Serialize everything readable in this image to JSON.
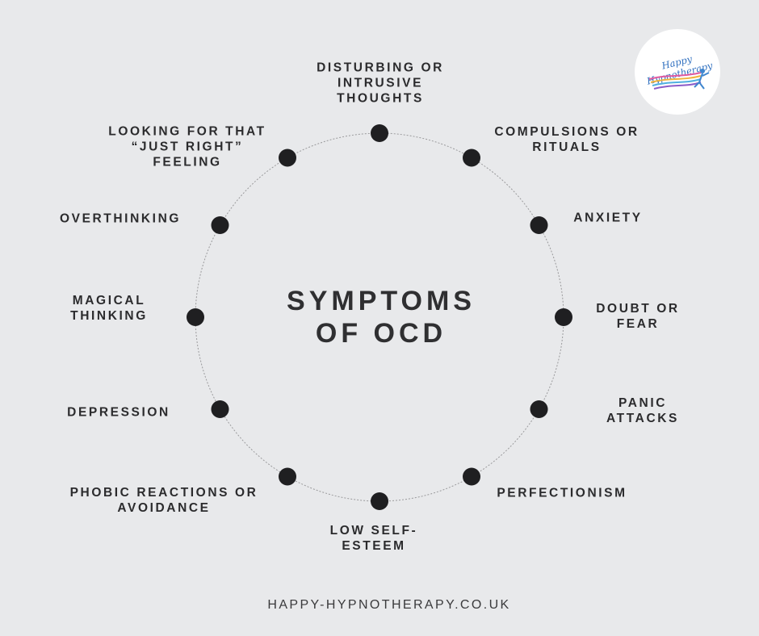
{
  "title": "SYMPTOMS\nOF OCD",
  "footer": "HAPPY-HYPNOTHERAPY.CO.UK",
  "logo": {
    "text": "Happy Hypnotherapy"
  },
  "colors": {
    "background": "#e8e9eb",
    "dot": "#1f1f21",
    "text": "#2b2b2d",
    "ring": "#9a9a9c"
  },
  "nodes": [
    {
      "label": "DISTURBING OR\nINTRUSIVE\nTHOUGHTS",
      "angle": 0
    },
    {
      "label": "COMPULSIONS OR\nRITUALS",
      "angle": 30
    },
    {
      "label": "ANXIETY",
      "angle": 60
    },
    {
      "label": "DOUBT OR\nFEAR",
      "angle": 90
    },
    {
      "label": "PANIC ATTACKS",
      "angle": 120
    },
    {
      "label": "PERFECTIONISM",
      "angle": 150
    },
    {
      "label": "LOW SELF-\nESTEEM",
      "angle": 180
    },
    {
      "label": "PHOBIC REACTIONS OR\nAVOIDANCE",
      "angle": 210
    },
    {
      "label": "DEPRESSION",
      "angle": 240
    },
    {
      "label": "MAGICAL\nTHINKING",
      "angle": 270
    },
    {
      "label": "OVERTHINKING",
      "angle": 300
    },
    {
      "label": "LOOKING FOR THAT\n“JUST RIGHT”\nFEELING",
      "angle": 330
    }
  ]
}
